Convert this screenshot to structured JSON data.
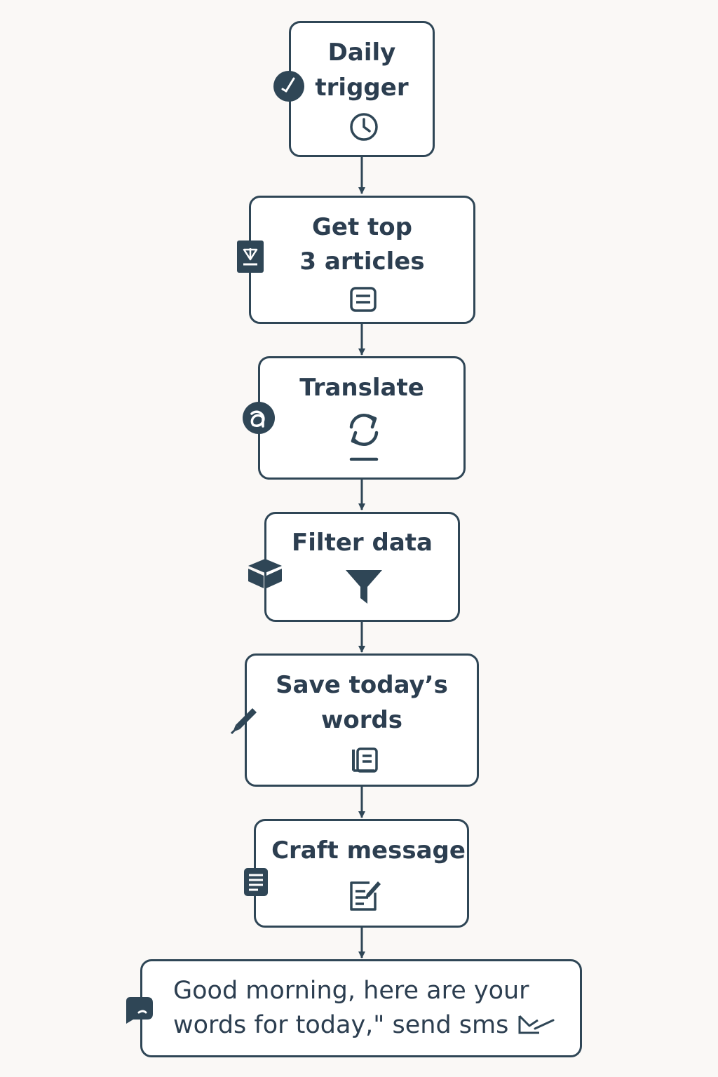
{
  "colors": {
    "stroke": "#2f4656",
    "icon_fill": "#2f4656",
    "text": "#2c3e50",
    "background": "#faf8f6",
    "node_fill": "#ffffff"
  },
  "nodes": [
    {
      "label_lines": [
        "Daily",
        "trigger"
      ],
      "center_icon": "clock-icon",
      "side_icon": "clock-badge-icon"
    },
    {
      "label_lines": [
        "Get top",
        "3 articles"
      ],
      "center_icon": "article-list-icon",
      "side_icon": "download-box-icon"
    },
    {
      "label_lines": [
        "Translate"
      ],
      "center_icon": "refresh-icon",
      "side_icon": "language-badge-icon"
    },
    {
      "label_lines": [
        "Filter data"
      ],
      "center_icon": "funnel-icon",
      "side_icon": "cube-icon"
    },
    {
      "label_lines": [
        "Save today’s",
        "words"
      ],
      "center_icon": "notebook-icon",
      "side_icon": "pencil-icon"
    },
    {
      "label_lines": [
        "Craft message"
      ],
      "center_icon": "compose-icon",
      "side_icon": "document-icon"
    },
    {
      "label_lines": [
        "Good morning, here are your",
        "words for today,\" send sms"
      ],
      "center_icon": "sms-send-icon",
      "side_icon": "chat-bubble-icon"
    }
  ]
}
